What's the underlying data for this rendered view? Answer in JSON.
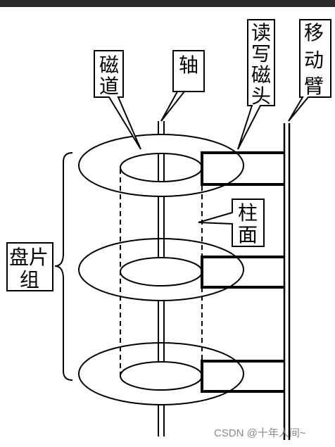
{
  "labels": {
    "track": [
      "磁",
      "道"
    ],
    "axis": [
      "轴"
    ],
    "head": [
      "读",
      "写",
      "磁",
      "头"
    ],
    "arm": [
      "移",
      "动",
      "臂"
    ],
    "cylinder": [
      "柱",
      "面"
    ],
    "platter_group": [
      "盘片",
      "组"
    ]
  },
  "watermark": "CSDN @十年人间~",
  "colors": {
    "line": "#000000",
    "watermark": "#8a8a8a",
    "top_bar": "#2b2b2b"
  }
}
